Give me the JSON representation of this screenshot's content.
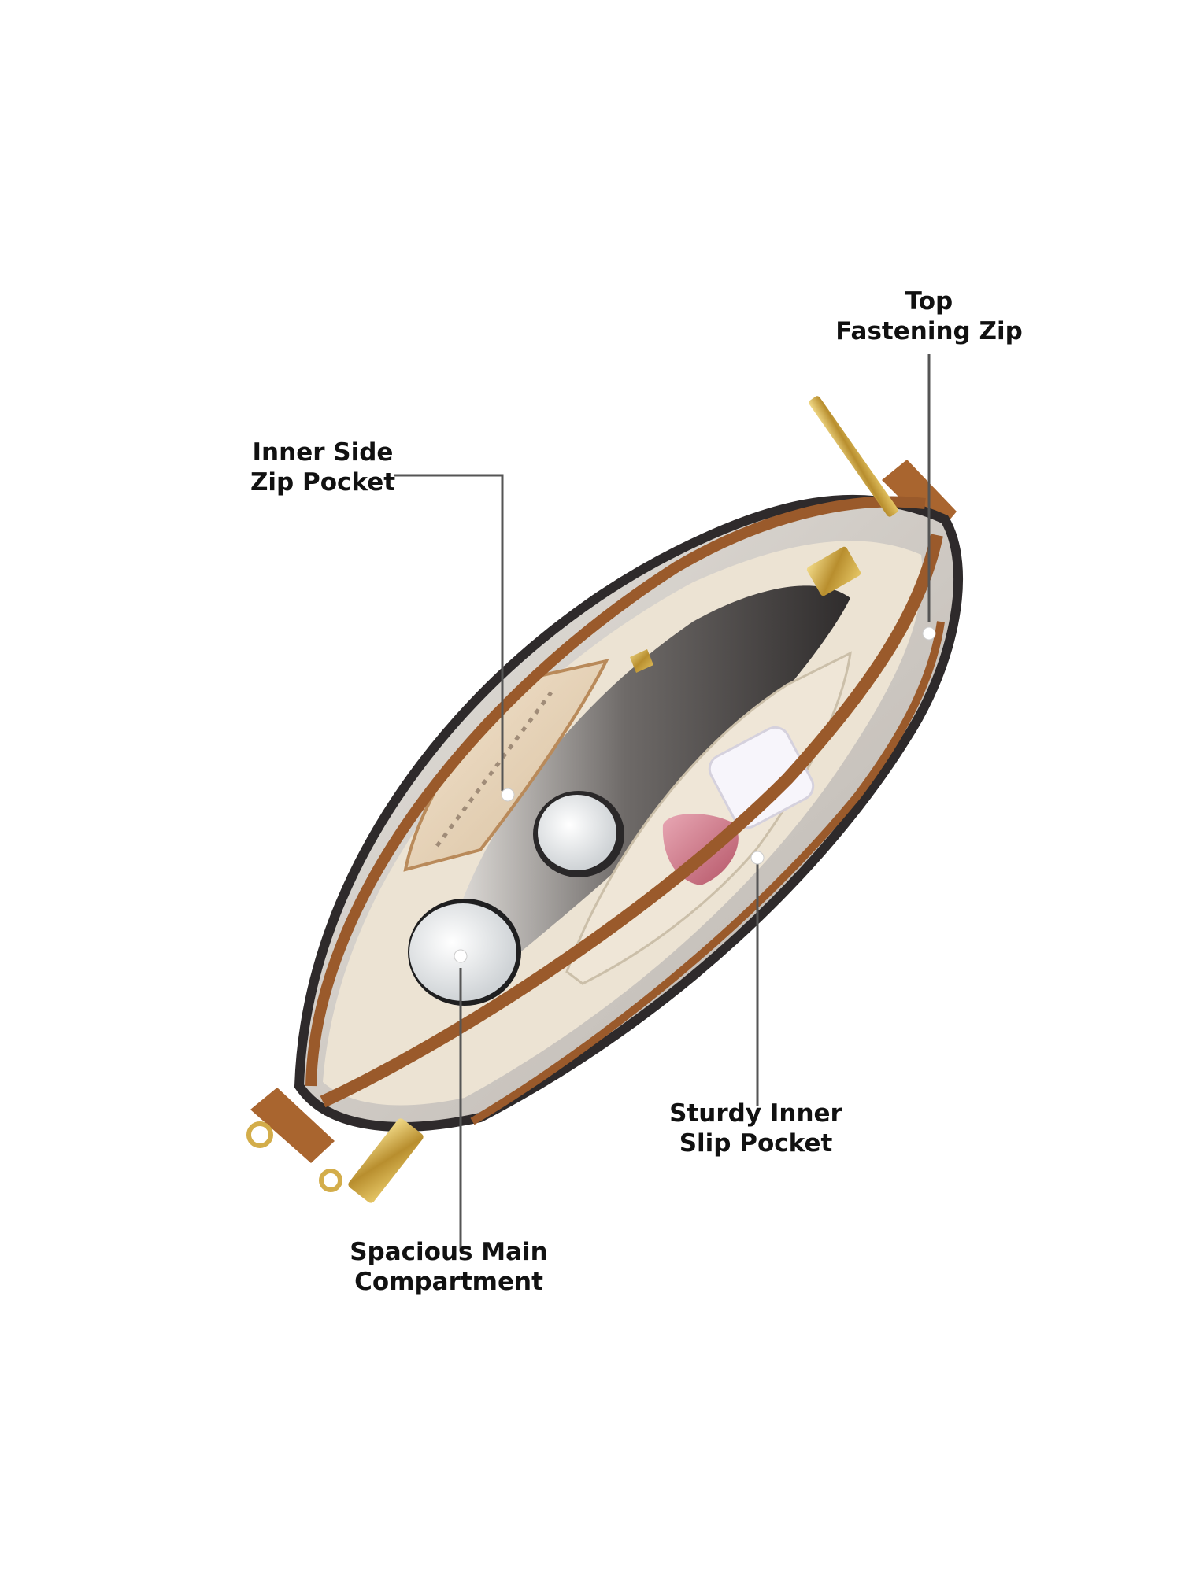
{
  "colors": {
    "background": "#ffffff",
    "leader_line": "#555555",
    "label_text": "#111111",
    "zip_tape": "#9a5a2b",
    "leather_strap": "#a9652f",
    "lining": "#ece3d3",
    "shell": "#d9d6d2",
    "trim": "#2e2a2b",
    "hardware": "#c8a44a"
  },
  "callouts": {
    "top_zip": {
      "line1": "Top",
      "line2": "Fastening Zip"
    },
    "inner_side": {
      "line1": "Inner Side",
      "line2": "Zip Pocket"
    },
    "slip_pocket": {
      "line1": "Sturdy Inner",
      "line2": "Slip Pocket"
    },
    "main_compartment": {
      "line1": "Spacious Main",
      "line2": "Compartment"
    }
  }
}
